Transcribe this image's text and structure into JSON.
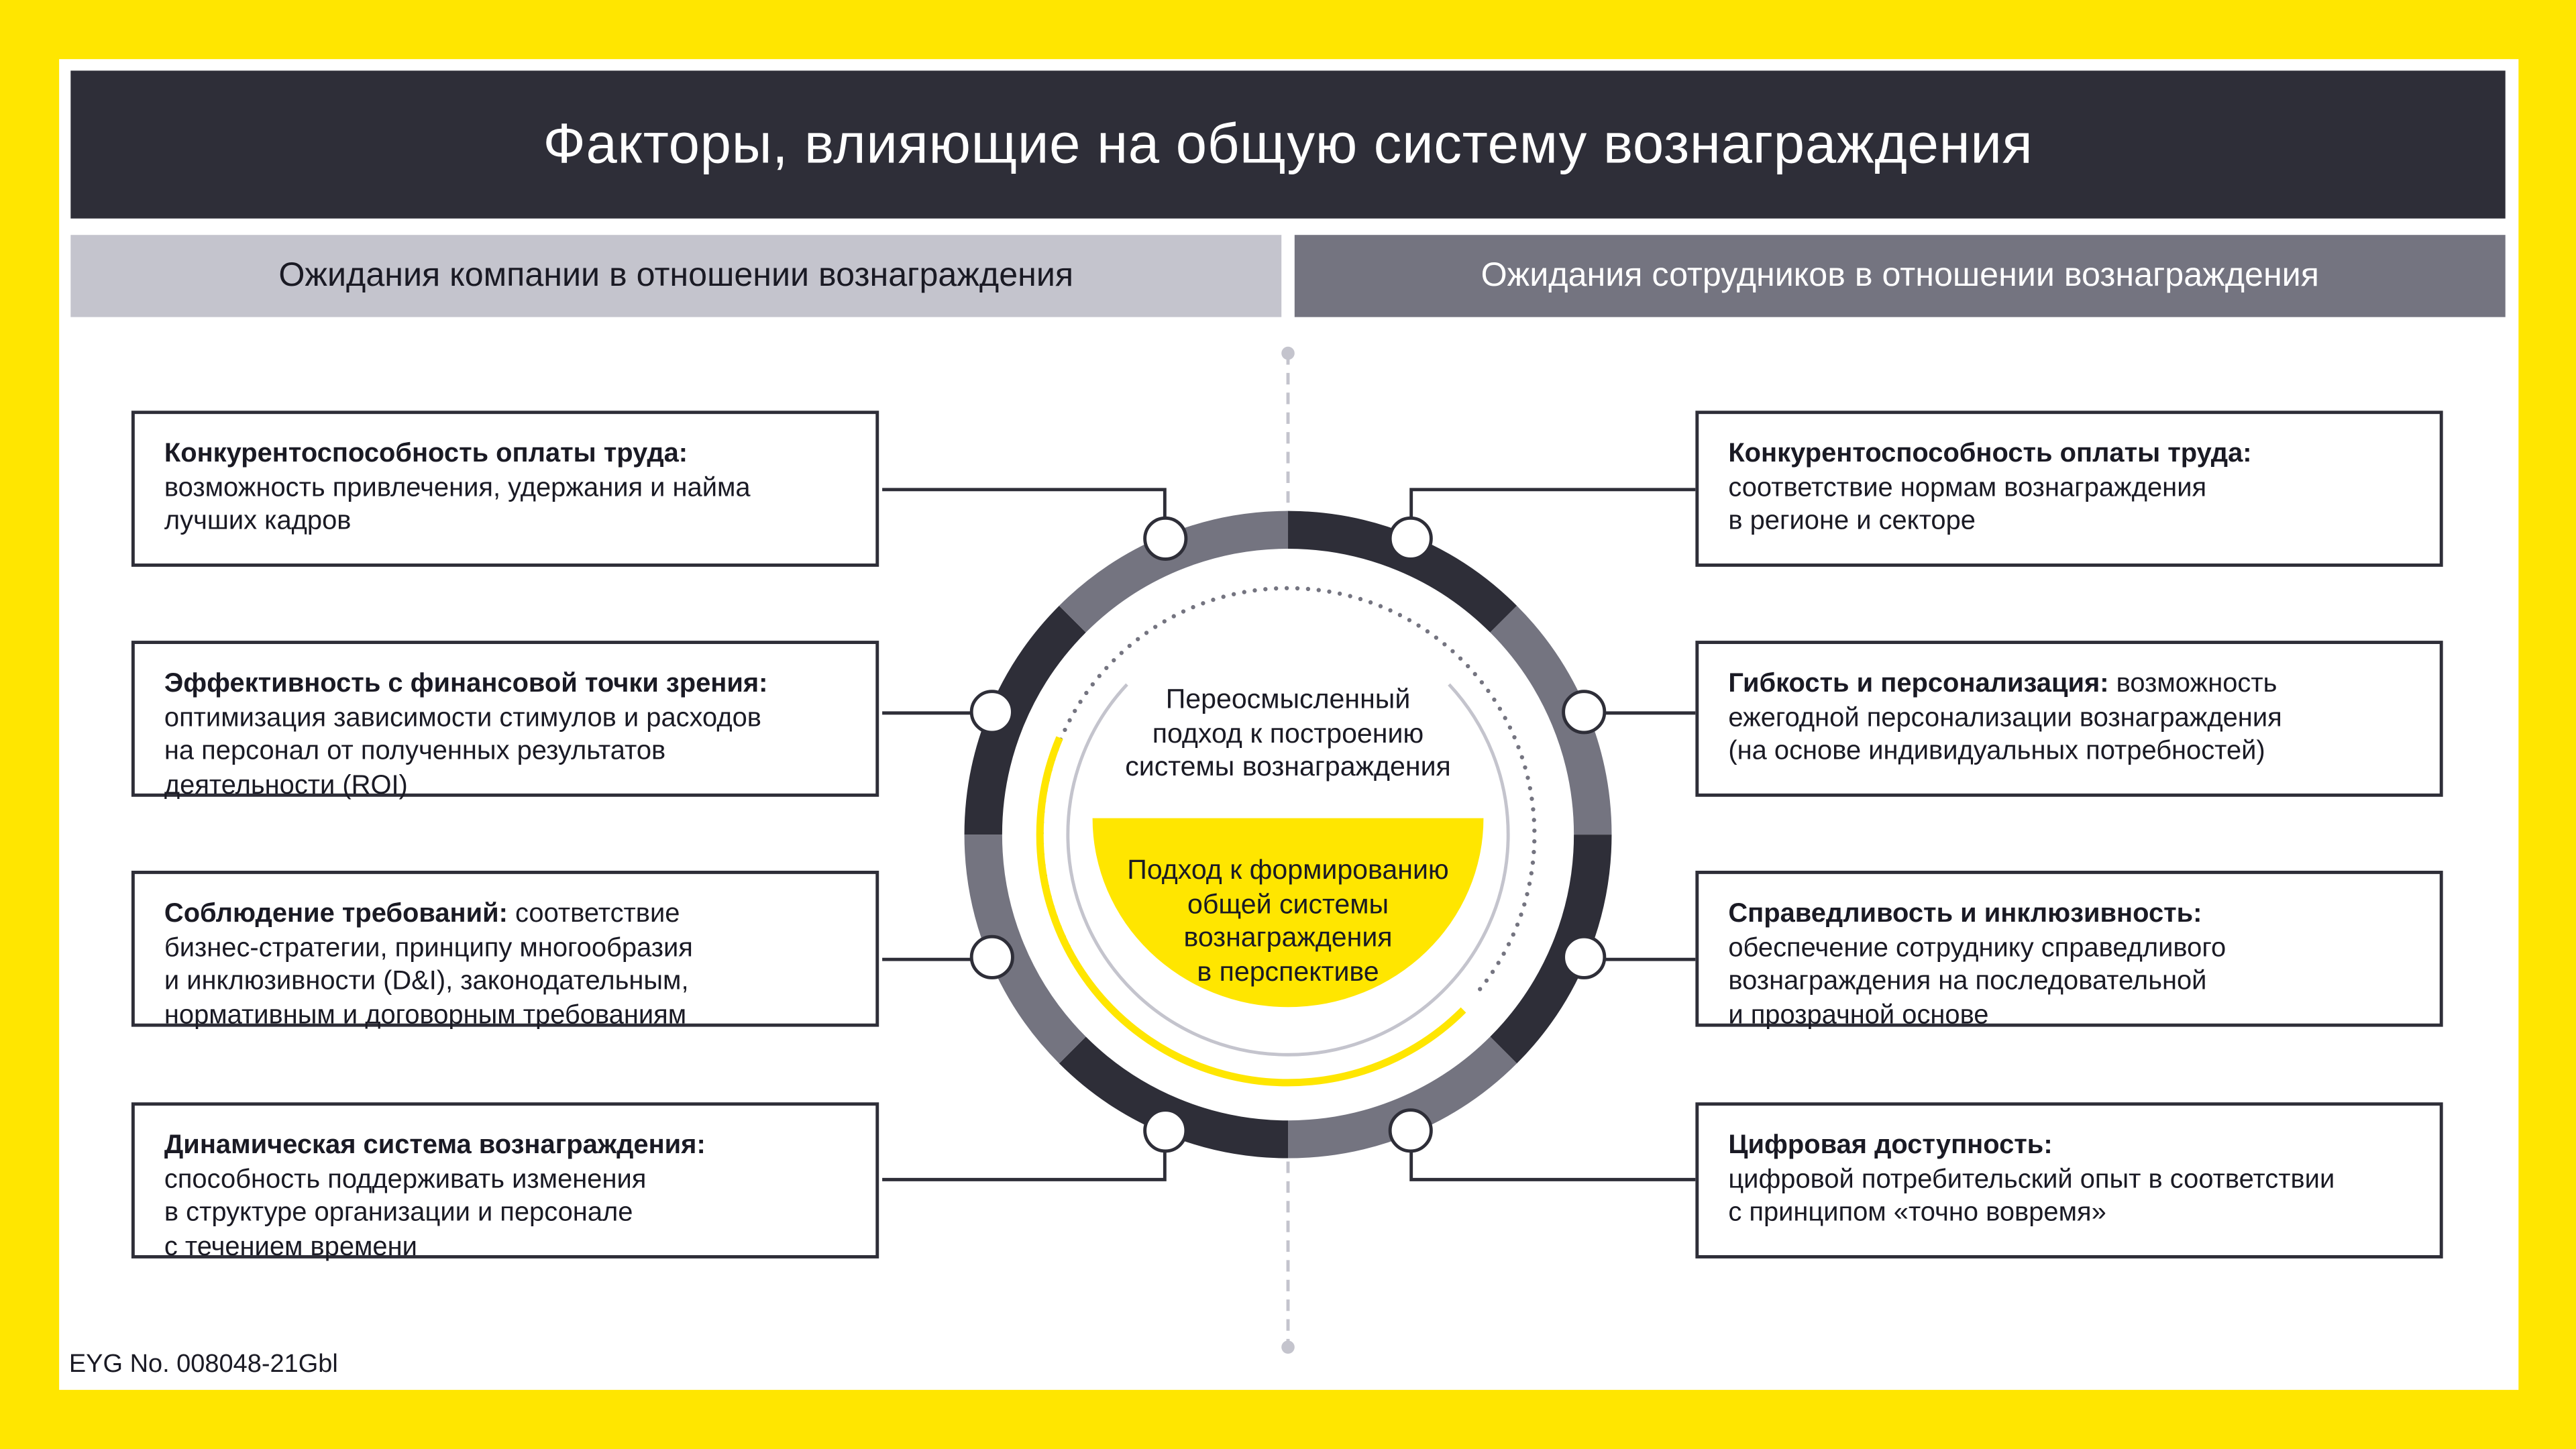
{
  "title": "Факторы, влияющие на общую систему вознаграждения",
  "left_header": "Ожидания компании в отношении вознаграждения",
  "right_header": "Ожидания сотрудников в отношении вознаграждения",
  "left_items": [
    {
      "bold": "Конкурентоспособность оплаты труда:",
      "text": "\nвозможность привлечения, удержания и найма\nлучших кадров"
    },
    {
      "bold": "Эффективность с финансовой точки зрения:",
      "text": "\nоптимизация зависимости стимулов и расходов\nна персонал от полученных результатов\nдеятельности (ROI)"
    },
    {
      "bold": "Соблюдение требований:",
      "text": " соответствие\nбизнес-стратегии, принципу многообразия\nи инклюзивности (D&I), законодательным,\nнормативным и договорным требованиям"
    },
    {
      "bold": "Динамическая система вознаграждения:",
      "text": "\nспособность поддерживать изменения\nв структуре организации и персонале\nс течением времени"
    }
  ],
  "right_items": [
    {
      "bold": "Конкурентоспособность оплаты труда:",
      "text": "\nсоответствие нормам вознаграждения\nв регионе и секторе"
    },
    {
      "bold": "Гибкость и персонализация:",
      "text": " возможность\nежегодной персонализации вознаграждения\n(на основе индивидуальных потребностей)"
    },
    {
      "bold": "Справедливость и инклюзивность:",
      "text": "\nобеспечение сотруднику справедливого\nвознаграждения на последовательной\nи прозрачной основе"
    },
    {
      "bold": "Цифровая доступность:",
      "text": "\nцифровой потребительский опыт в соответствии\nс принципом «точно вовремя»"
    }
  ],
  "center_top": "Переосмысленный\nподход к построению\nсистемы вознаграждения",
  "center_bottom": "Подход к формированию\nобщей системы\nвознаграждения\nв перспективе",
  "footer": "EYG No. 008048-21Gbl",
  "colors": {
    "yellow": "#FFE600",
    "dark": "#2E2E38",
    "gray": "#747480",
    "light_gray": "#C4C4CD"
  }
}
